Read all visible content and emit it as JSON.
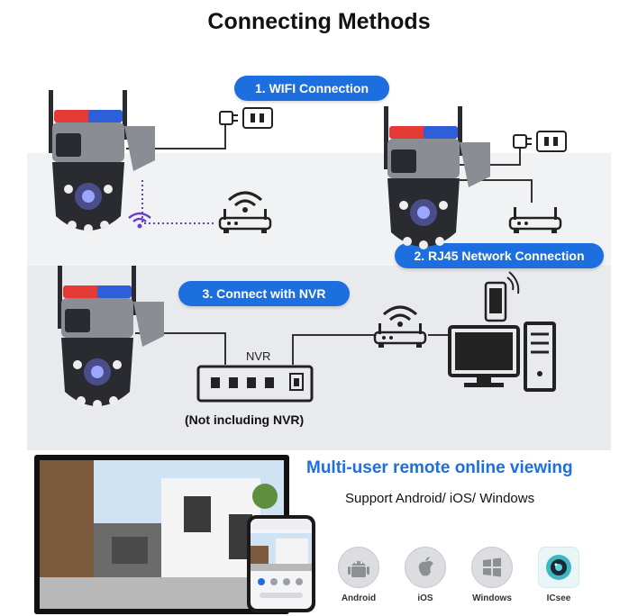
{
  "title": "Connecting Methods",
  "methods": {
    "wifi": "1. WIFI Connection",
    "rj45": "2. RJ45 Network Connection",
    "nvr": "3. Connect with NVR"
  },
  "nvr_device_label": "NVR",
  "nvr_note": "(Not including NVR)",
  "remote": {
    "heading": "Multi-user remote online viewing",
    "support": "Support Android/ iOS/ Windows"
  },
  "platforms": [
    {
      "label": "Android",
      "icon": "android-icon"
    },
    {
      "label": "iOS",
      "icon": "apple-icon"
    },
    {
      "label": "Windows",
      "icon": "windows-icon"
    },
    {
      "label": "ICsee",
      "icon": "icsee-app-icon"
    }
  ],
  "colors": {
    "accent": "#1d6fe0",
    "camera_body": "#8a8d93",
    "camera_dark": "#2a2b30",
    "led_red": "#e53935",
    "led_blue": "#2f5fd8"
  }
}
